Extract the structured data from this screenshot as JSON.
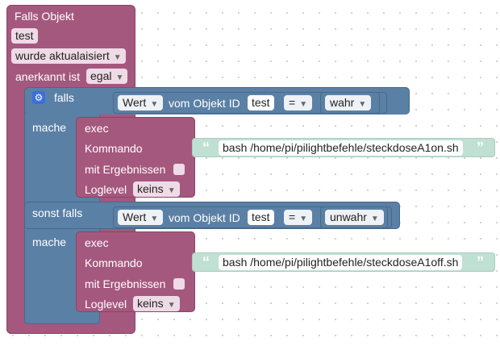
{
  "trigger": {
    "title": "Falls Objekt",
    "object": "test",
    "event": "wurde aktualaisiert",
    "ack_label": "anerkannt ist",
    "ack_value": "egal"
  },
  "if_block": {
    "if_label": "falls",
    "elseif_label": "sonst falls",
    "do_label": "mache",
    "condition1": {
      "field": "Wert",
      "of_label": "vom Objekt ID",
      "object": "test",
      "operator": "=",
      "value": "wahr"
    },
    "condition2": {
      "field": "Wert",
      "of_label": "vom Objekt ID",
      "object": "test",
      "operator": "=",
      "value": "unwahr"
    }
  },
  "exec1": {
    "title": "exec",
    "command_label": "Kommando",
    "command": "bash /home/pi/pilightbefehle/steckdoseA1on.sh",
    "results_label": "mit Ergebnissen",
    "loglevel_label": "Loglevel",
    "loglevel": "keins"
  },
  "exec2": {
    "title": "exec",
    "command_label": "Kommando",
    "command": "bash /home/pi/pilightbefehle/steckdoseA1off.sh",
    "results_label": "mit Ergebnissen",
    "loglevel_label": "Loglevel",
    "loglevel": "keins"
  },
  "icons": {
    "gear": "gear-icon",
    "dropdown": "dropdown-arrow-icon",
    "quote": "quote-icon"
  },
  "colors": {
    "trigger": "#a5587e",
    "logic": "#5b80a5",
    "string": "#bfe0d3",
    "canvas": "#ffffff"
  }
}
